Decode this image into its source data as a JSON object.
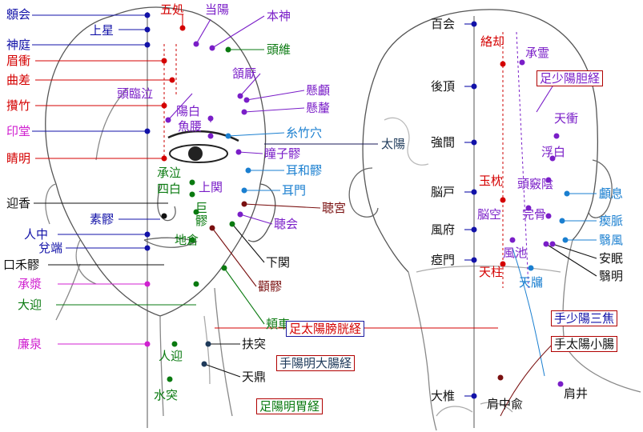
{
  "colors": {
    "governing": "#1212a8",
    "bladder": "#d40000",
    "gallbladder": "#7a1ec8",
    "stomach": "#0a7a10",
    "sanjiao": "#1a7fd0",
    "large_intestine": "#1e3a5a",
    "small_intestine": "#7a1010",
    "conception": "#d020d0",
    "line": "#1a1a1a"
  },
  "front_view": {
    "points": {
      "shenting": "神庭",
      "shangxing": "上星",
      "meichong": "眉衝",
      "quchai": "曲差",
      "zanzhu": "攢竹",
      "yintang": "印堂",
      "jingming": "睛明",
      "yingxiang": "迎香",
      "suliao": "素髎",
      "renzhong": "人中",
      "duiduan": "兌端",
      "kouheliao": "口禾髎",
      "chengjiang": "承漿",
      "daying": "大迎",
      "lianquan": "廉泉",
      "xinhui": "顖会",
      "wuchu": "五処",
      "dangyang": "当陽",
      "benshen": "本神",
      "touwei": "頭維",
      "hanyan": "頷厭",
      "xuanlu": "懸顱",
      "xuanli": "懸釐",
      "toulinqi": "頭臨泣",
      "yangbai": "陽白",
      "yuyao": "魚腰",
      "sizhukong": "糸竹穴",
      "taiyang": "太陽",
      "tongziliao": "瞳子髎",
      "erheliao": "耳和髎",
      "chengqi": "承泣",
      "sibai": "四白",
      "shangguan": "上関",
      "ermen": "耳門",
      "juliao": "巨髎",
      "tinggong": "聴宮",
      "tinghui": "聴会",
      "dicang": "地倉",
      "xiaguan": "下関",
      "quanliao": "顴髎",
      "jiache": "頬車",
      "futu": "扶突",
      "renying": "人迎",
      "tianding": "天鼎",
      "shuitu": "水突"
    }
  },
  "back_view": {
    "points": {
      "baihui": "百会",
      "houding": "後頂",
      "qiangjian": "強間",
      "naohu": "脳戸",
      "fengfu": "風府",
      "yamen": "瘂門",
      "dazhui": "大椎",
      "luoque": "絡却",
      "chengling": "承霊",
      "tianchong": "天衝",
      "fubai": "浮白",
      "touqiaoyin": "頭竅陰",
      "luxi": "顱息",
      "yuzhen": "玉枕",
      "naokong": "脳空",
      "wangu": "完骨",
      "chimai": "瘈脈",
      "yifeng": "翳風",
      "anmian": "安眠",
      "yiming": "翳明",
      "fengchi": "風池",
      "tianzhu": "天柱",
      "tianyou": "天牖",
      "jianzhongshu": "肩中兪",
      "jianjing": "肩井"
    }
  },
  "meridians": {
    "gallbladder": "足少陽胆経",
    "bladder": "足太陽膀胱経",
    "sanjiao": "手少陽三焦",
    "small_intestine": "手太陽小腸",
    "large_intestine": "手陽明大腸経",
    "stomach": "足陽明胃経"
  }
}
